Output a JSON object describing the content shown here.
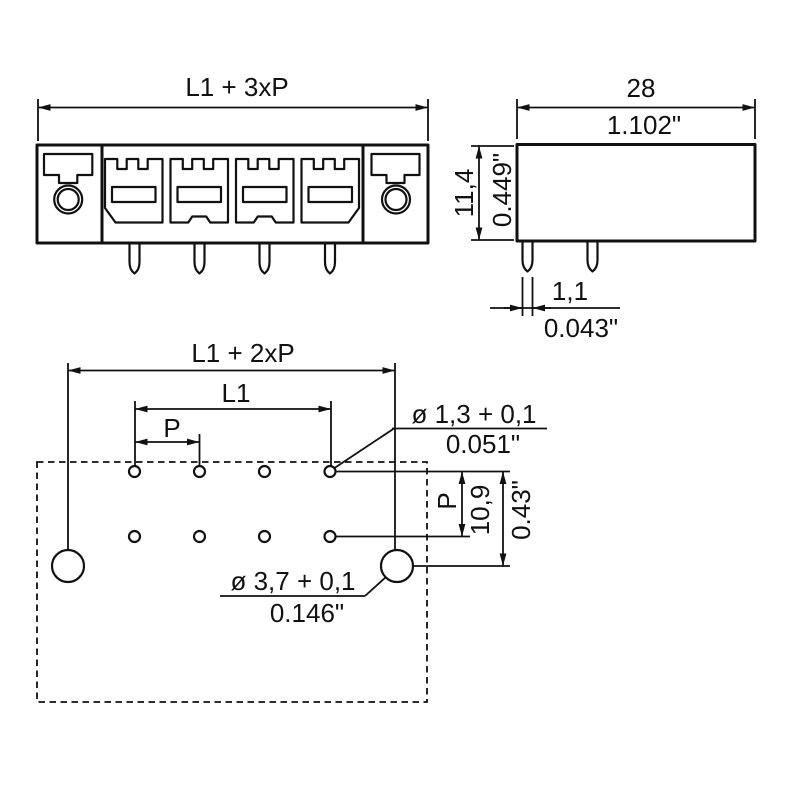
{
  "drawing": {
    "colors": {
      "ink": "#111111",
      "background": "#ffffff"
    },
    "front_view": {
      "width_dim": "L1 + 3xP"
    },
    "side_view": {
      "width_mm": "28",
      "width_inch": "1.102\"",
      "height_mm": "11,4",
      "height_inch": "0.449\"",
      "pin_width_mm": "1,1",
      "pin_width_inch": "0.043\""
    },
    "drill_plan": {
      "overall_dim": "L1 + 2xP",
      "l1_dim": "L1",
      "pitch_dim": "P",
      "row_pitch_dim": "P",
      "small_hole_mm": "ø 1,3 + 0,1",
      "small_hole_inch": "0.051\"",
      "row_spacing_mm": "10,9",
      "row_spacing_inch": "0.43\"",
      "large_hole_mm": "ø 3,7 + 0,1",
      "large_hole_inch": "0.146\""
    }
  }
}
